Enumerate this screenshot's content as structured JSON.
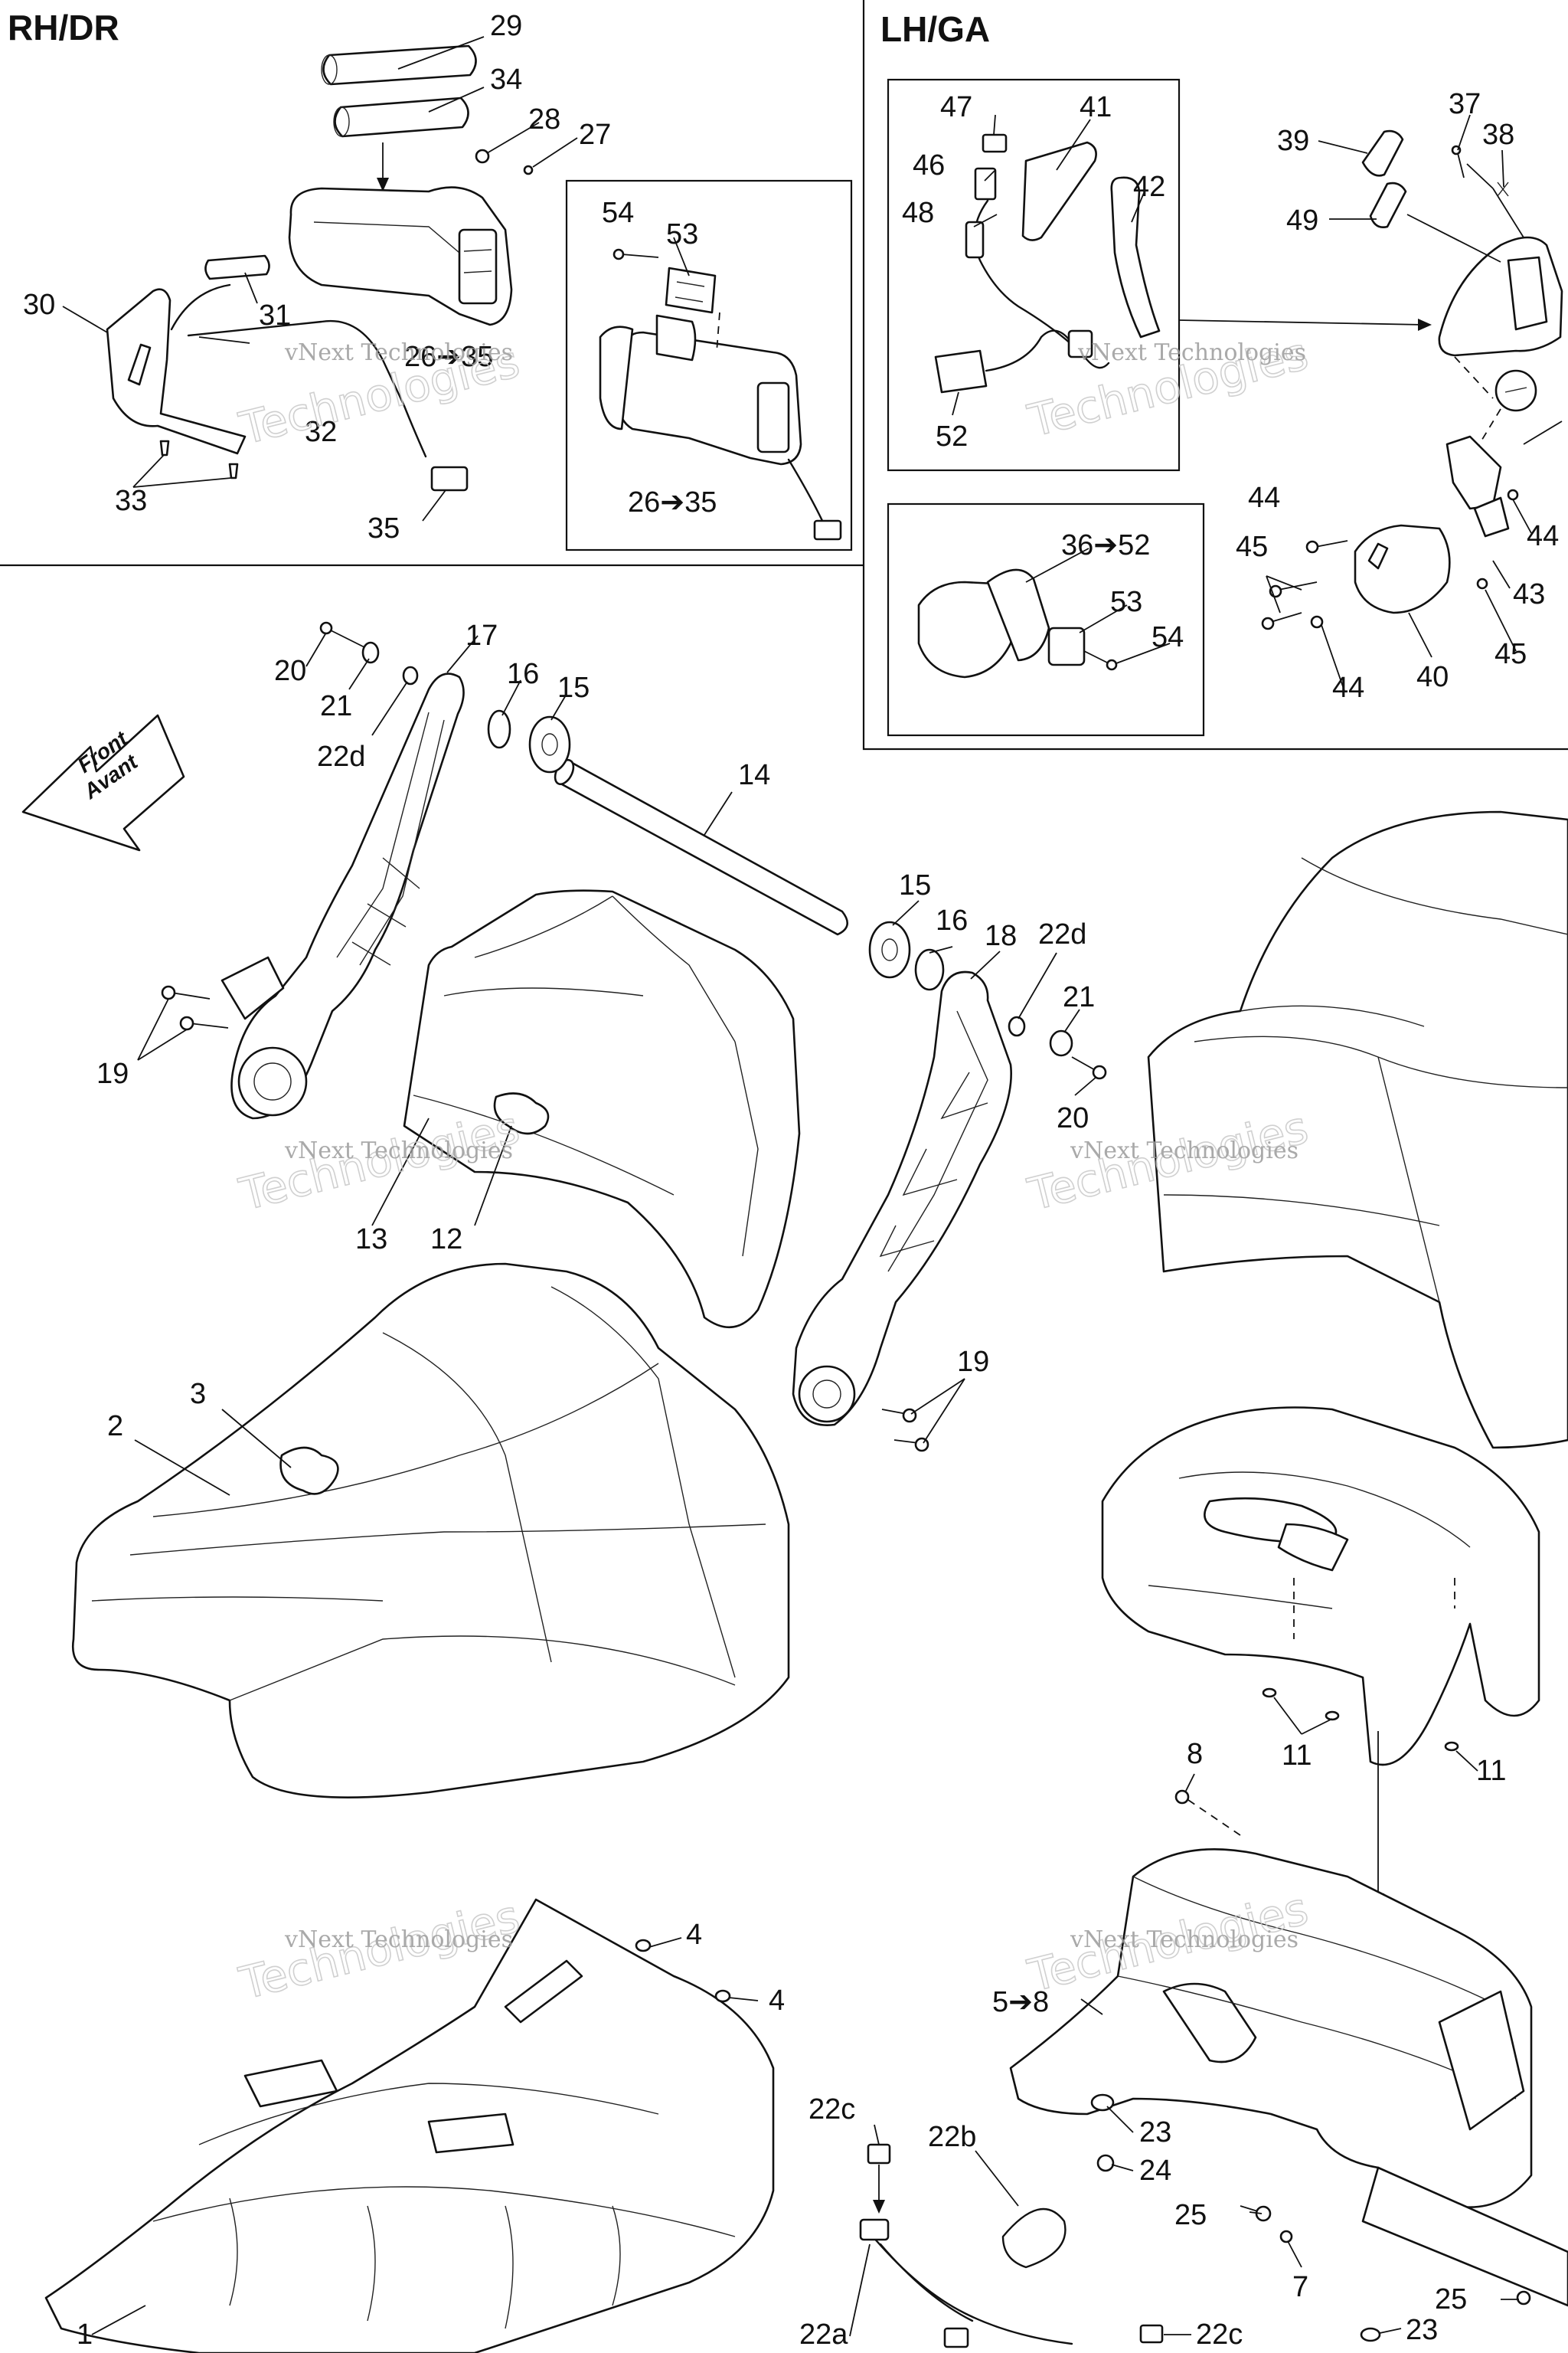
{
  "sections": {
    "rh_title": "RH/DR",
    "lh_title": "LH/GA"
  },
  "direction": {
    "line1": "Front",
    "line2": "Avant"
  },
  "watermark": {
    "small": "vNext Technologies",
    "big": "Technologies"
  },
  "callouts": [
    {
      "id": "c29",
      "text": "29"
    },
    {
      "id": "c34",
      "text": "34"
    },
    {
      "id": "c28",
      "text": "28"
    },
    {
      "id": "c27",
      "text": "27"
    },
    {
      "id": "c30",
      "text": "30"
    },
    {
      "id": "c31",
      "text": "31"
    },
    {
      "id": "c26a",
      "text": "26➔35"
    },
    {
      "id": "c32",
      "text": "32"
    },
    {
      "id": "c33",
      "text": "33"
    },
    {
      "id": "c35",
      "text": "35"
    },
    {
      "id": "c54a",
      "text": "54"
    },
    {
      "id": "c53a",
      "text": "53"
    },
    {
      "id": "c26b",
      "text": "26➔35"
    },
    {
      "id": "c47",
      "text": "47"
    },
    {
      "id": "c41",
      "text": "41"
    },
    {
      "id": "c46",
      "text": "46"
    },
    {
      "id": "c42",
      "text": "42"
    },
    {
      "id": "c48",
      "text": "48"
    },
    {
      "id": "c52",
      "text": "52"
    },
    {
      "id": "c37",
      "text": "37"
    },
    {
      "id": "c38",
      "text": "38"
    },
    {
      "id": "c39",
      "text": "39"
    },
    {
      "id": "c49",
      "text": "49"
    },
    {
      "id": "c44a",
      "text": "44"
    },
    {
      "id": "c45a",
      "text": "45"
    },
    {
      "id": "c44b",
      "text": "44"
    },
    {
      "id": "c43",
      "text": "43"
    },
    {
      "id": "c45b",
      "text": "45"
    },
    {
      "id": "c44c",
      "text": "44"
    },
    {
      "id": "c40",
      "text": "40"
    },
    {
      "id": "c36",
      "text": "36➔52"
    },
    {
      "id": "c53b",
      "text": "53"
    },
    {
      "id": "c54b",
      "text": "54"
    },
    {
      "id": "c20a",
      "text": "20"
    },
    {
      "id": "c21a",
      "text": "21"
    },
    {
      "id": "c22da",
      "text": "22d"
    },
    {
      "id": "c17",
      "text": "17"
    },
    {
      "id": "c16a",
      "text": "16"
    },
    {
      "id": "c15a",
      "text": "15"
    },
    {
      "id": "c14",
      "text": "14"
    },
    {
      "id": "c15b",
      "text": "15"
    },
    {
      "id": "c16b",
      "text": "16"
    },
    {
      "id": "c18",
      "text": "18"
    },
    {
      "id": "c22db",
      "text": "22d"
    },
    {
      "id": "c21b",
      "text": "21"
    },
    {
      "id": "c20b",
      "text": "20"
    },
    {
      "id": "c19a",
      "text": "19"
    },
    {
      "id": "c19b",
      "text": "19"
    },
    {
      "id": "c13",
      "text": "13"
    },
    {
      "id": "c12",
      "text": "12"
    },
    {
      "id": "c3",
      "text": "3"
    },
    {
      "id": "c2",
      "text": "2"
    },
    {
      "id": "c11a",
      "text": "11"
    },
    {
      "id": "c11b",
      "text": "11"
    },
    {
      "id": "c8",
      "text": "8"
    },
    {
      "id": "c4a",
      "text": "4"
    },
    {
      "id": "c4b",
      "text": "4"
    },
    {
      "id": "c58",
      "text": "5➔8"
    },
    {
      "id": "c23a",
      "text": "23"
    },
    {
      "id": "c24",
      "text": "24"
    },
    {
      "id": "c25a",
      "text": "25"
    },
    {
      "id": "c7",
      "text": "7"
    },
    {
      "id": "c25b",
      "text": "25"
    },
    {
      "id": "c23b",
      "text": "23"
    },
    {
      "id": "c22ca",
      "text": "22c"
    },
    {
      "id": "c22b",
      "text": "22b"
    },
    {
      "id": "c1",
      "text": "1"
    },
    {
      "id": "c22a",
      "text": "22a"
    },
    {
      "id": "c22cb",
      "text": "22c"
    }
  ]
}
